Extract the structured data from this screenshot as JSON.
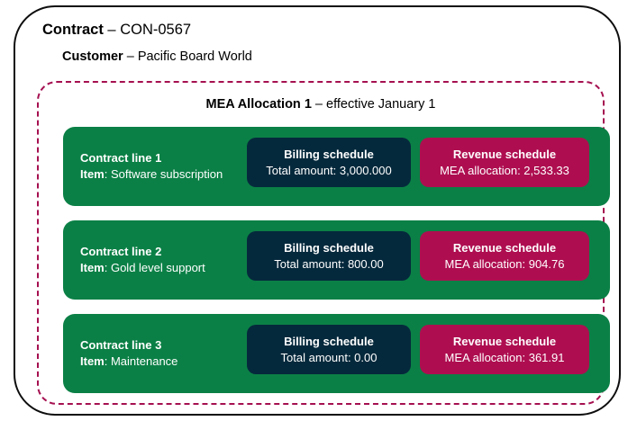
{
  "contract": {
    "label": "Contract",
    "separator": " – ",
    "value": "CON-0567"
  },
  "customer": {
    "label": "Customer",
    "separator": " – ",
    "value": "Pacific Board World"
  },
  "mea_allocation": {
    "label": "MEA Allocation 1",
    "separator": " – ",
    "value": "effective January 1"
  },
  "colors": {
    "contract_border": "#0d0d0d",
    "mea_border": "#a51050",
    "line_row": "#0b8046",
    "billing_box": "#05293c",
    "revenue_box": "#ae0e50",
    "text_on_fill": "#ffffff"
  },
  "lines": [
    {
      "title": "Contract line 1",
      "item_label": "Item",
      "item_separator": ": ",
      "item_value": "Software subscription",
      "billing": {
        "heading": "Billing schedule",
        "value": "Total amount: 3,000.000"
      },
      "revenue": {
        "heading": "Revenue schedule",
        "value": "MEA allocation: 2,533.33"
      }
    },
    {
      "title": "Contract line 2",
      "item_label": "Item",
      "item_separator": ": ",
      "item_value": "Gold level support",
      "billing": {
        "heading": "Billing schedule",
        "value": "Total amount: 800.00"
      },
      "revenue": {
        "heading": "Revenue schedule",
        "value": "MEA allocation: 904.76"
      }
    },
    {
      "title": "Contract line 3",
      "item_label": "Item",
      "item_separator": ": ",
      "item_value": "Maintenance",
      "billing": {
        "heading": "Billing schedule",
        "value": "Total amount: 0.00"
      },
      "revenue": {
        "heading": "Revenue schedule",
        "value": "MEA allocation: 361.91"
      }
    }
  ]
}
